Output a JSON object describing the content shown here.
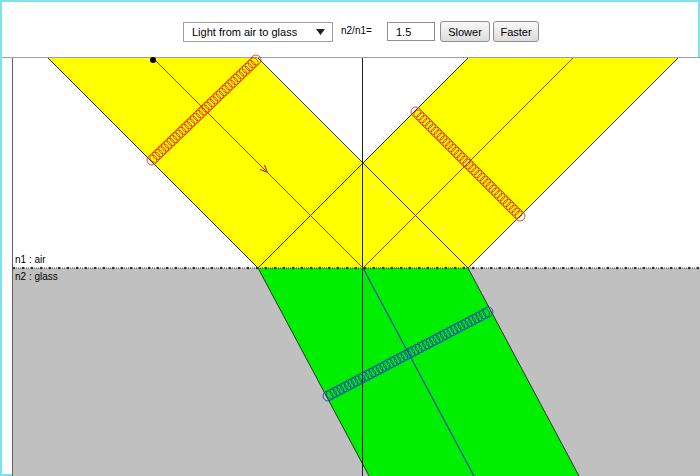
{
  "diagram": {
    "nodes": [
      {
        "text": [
          "Light from air to glass"
        ]
      },
      {
        "text": [
          "1.5"
        ]
      },
      {
        "text": [
          "Slower"
        ]
      },
      {
        "text": [
          "Faster"
        ]
      }
    ],
    "labels": [
      "n2/n1=",
      "n1 : air",
      "n2 : glass"
    ]
  }
}
